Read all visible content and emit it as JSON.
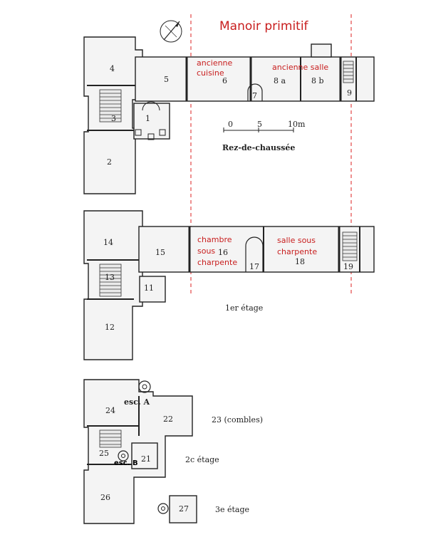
{
  "title": "Manoir primitif",
  "levels": {
    "ground": "Rez-de-chaussée",
    "first": "1er étage",
    "second": "2c étage",
    "third": "3e étage"
  },
  "scale": {
    "t0": "0",
    "t5": "5",
    "t10": "10m"
  },
  "annotations": {
    "old_kitchen": [
      "ancienne",
      "cuisine"
    ],
    "old_hall": "ancienne salle",
    "room_under_roof": [
      "chambre",
      "sous",
      "charpente"
    ],
    "hall_under_roof": [
      "salle sous",
      "charpente"
    ],
    "stair_a": "esc. A",
    "stair_b": "esc. B",
    "attic": "23  (combles)"
  },
  "rooms": {
    "r1": "1",
    "r2": "2",
    "r3": "3",
    "r4": "4",
    "r5": "5",
    "r6": "6",
    "r7": "7",
    "r8a": "8 a",
    "r8b": "8 b",
    "r9": "9",
    "r11": "11",
    "r12": "12",
    "r13": "13",
    "r14": "14",
    "r15": "15",
    "r16": "16",
    "r17": "17",
    "r18": "18",
    "r19": "19",
    "r21": "21",
    "r22": "22",
    "r24": "24",
    "r25": "25",
    "r26": "26",
    "r27": "27"
  }
}
